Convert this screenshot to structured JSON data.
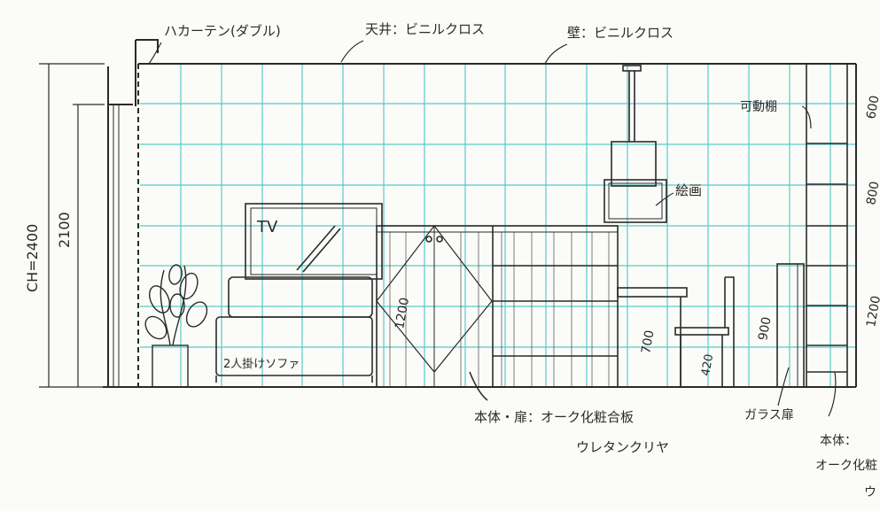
{
  "labels": {
    "curtain": "ハカーテン(ダブル)",
    "ceiling": "天井：ビニルクロス",
    "wall": "壁：ビニルクロス",
    "movable_shelf": "可動棚",
    "painting": "絵画",
    "tv": "TV",
    "sofa": "2人掛けソファ",
    "cabinet_height": "1200",
    "desk_height": "700",
    "chair_height": "420",
    "door_height": "900",
    "body_line1": "本体・扉：オーク化粧合板",
    "body_line2": "ウレタンクリヤ",
    "glass_door": "ガラス扉",
    "right_body_1": "本体：",
    "right_body_2": "オーク化粧",
    "right_body_3": "ウ",
    "dim_600": "600",
    "dim_800": "800",
    "dim_1200": "1200",
    "ch": "CH=2400",
    "h2100": "2100"
  },
  "colors": {
    "grid": "#3cc2c2",
    "pencil": "#2a2a2a",
    "paper": "#fbfbf8"
  }
}
